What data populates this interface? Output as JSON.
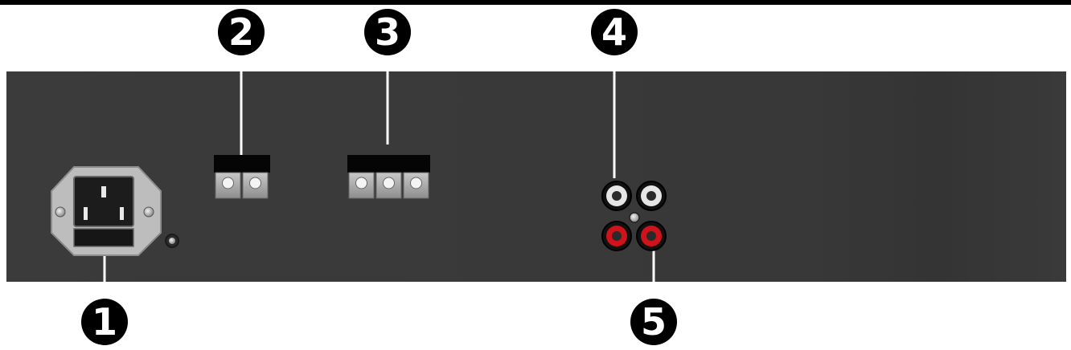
{
  "diagram": {
    "panel_color": "#3a3a3a",
    "rca_white_ring": "#e6e6e6",
    "rca_red_ring": "#d0121b",
    "callouts": [
      {
        "id": "1",
        "label": "1",
        "target": "power-inlet"
      },
      {
        "id": "2",
        "label": "2",
        "target": "terminal-block-2-pin"
      },
      {
        "id": "3",
        "label": "3",
        "target": "terminal-block-3-pin"
      },
      {
        "id": "4",
        "label": "4",
        "target": "rca-jacks-white"
      },
      {
        "id": "5",
        "label": "5",
        "target": "rca-jacks-red"
      }
    ]
  }
}
